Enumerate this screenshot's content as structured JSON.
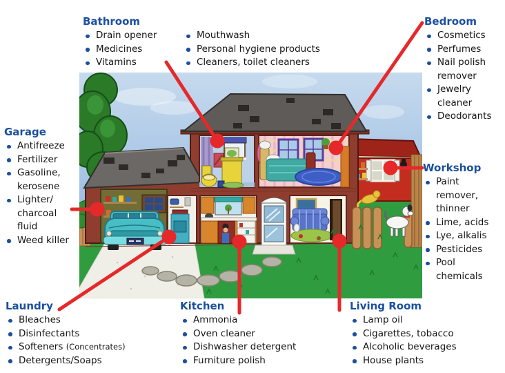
{
  "colors": {
    "heading_blue": "#1C4F9E",
    "bullet_blue": "#1C4F9E",
    "body_text": "#151515",
    "pointer_red": "#E5292A",
    "background": "#FFFFFF"
  },
  "sections": {
    "bathroom": {
      "title": "Bathroom",
      "items_col1": [
        "Drain opener",
        "Medicines",
        "Vitamins"
      ],
      "items_col2": [
        "Mouthwash",
        "Personal hygiene products",
        "Cleaners, toilet cleaners"
      ]
    },
    "bedroom": {
      "title": "Bedroom",
      "items": [
        "Cosmetics",
        "Perfumes",
        "Nail polish remover",
        "Jewelry cleaner",
        "Deodorants"
      ]
    },
    "garage": {
      "title": "Garage",
      "items": [
        "Antifreeze",
        "Fertilizer",
        "Gasoline, kerosene",
        "Lighter/ charcoal fluid",
        "Weed killer"
      ]
    },
    "workshop": {
      "title": "Workshop",
      "items": [
        "Paint remover, thinner",
        "Lime, acids",
        "Lye, alkalis",
        "Pesticides",
        "Pool chemicals"
      ]
    },
    "laundry": {
      "title": "Laundry",
      "items": [
        "Bleaches",
        "Disinfectants",
        {
          "text": "Softeners",
          "note": "(Concentrates)"
        },
        "Detergents/Soaps"
      ]
    },
    "kitchen": {
      "title": "Kitchen",
      "items": [
        "Ammonia",
        "Oven cleaner",
        "Dishwasher detergent",
        "Furniture polish"
      ]
    },
    "living_room": {
      "title": "Living Room",
      "items": [
        "Lamp oil",
        "Cigarettes, tobacco",
        "Alcoholic beverages",
        "House plants"
      ]
    }
  }
}
